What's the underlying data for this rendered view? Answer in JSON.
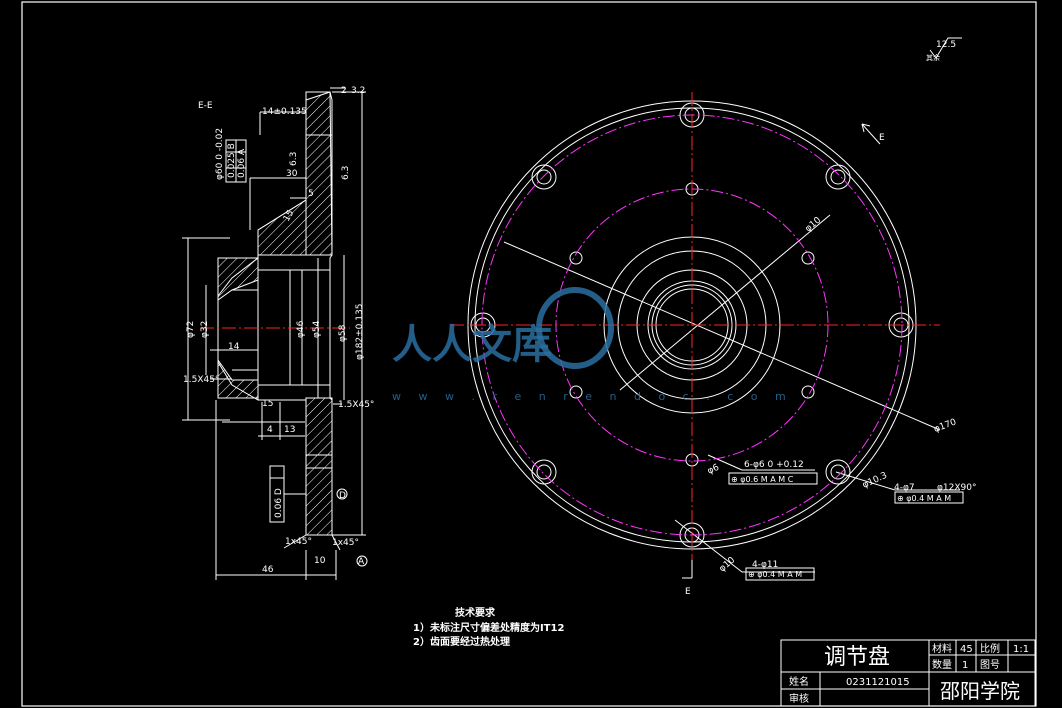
{
  "section_label": "E-E",
  "view_arrow_label_top": "E",
  "view_arrow_label_bottom": "E",
  "surface_finish": "12.5",
  "surface_finish_note": "其余",
  "section_dims": {
    "top_chamfer": "2",
    "top_width": "3.2",
    "width_14": "14±0.135",
    "d60": "φ60 0 -0.02",
    "tol_round": "0.025 B",
    "tol_runout": "0.06 A",
    "rough_63a": "6.3",
    "rough_63b": "6.3",
    "dim_30": "30",
    "dim_5": "5",
    "dim_15_top": "15",
    "d72": "φ72",
    "d32": "φ32",
    "d46": "φ46",
    "d54": "φ54",
    "d58": "φ58",
    "d182": "φ182±0.135",
    "dim_14": "14",
    "chamfer_15": "1.5X45°",
    "chamfer_15b": "1.5X45°",
    "dim_15": "15",
    "dim_4": "4",
    "dim_13": "13",
    "par_tol": "0.06 D",
    "datum_d": "D",
    "chamfer_1a": "1x45°",
    "chamfer_1b": "1x45°",
    "dim_46": "46",
    "dim_10": "10",
    "datum_a": "A"
  },
  "plan_dims": {
    "d10_top": "φ10",
    "d170": "φ170",
    "d6": "φ6",
    "holes6": "6-φ6 0 +0.12",
    "fcf6": "⊕ φ0.6 M A M C",
    "d103": "φ10.3",
    "holes4_7": "4-φ7",
    "d12": "φ12X90°",
    "fcf7": "⊕ φ0.4 M A M",
    "d10_bot": "φ10",
    "holes4_11": "4-φ11",
    "fcf11": "⊕ φ0.4 M A M"
  },
  "watermark": {
    "brand": "人人文库",
    "url": "w w w . r e n r e n d o c . c o m"
  },
  "tech_req": {
    "title": "技术要求",
    "line1": "1）未标注尺寸偏差处精度为IT12",
    "line2": "2）齿面要经过热处理"
  },
  "title_block": {
    "part_name": "调节盘",
    "material_label": "材料",
    "material": "45",
    "scale_label": "比例",
    "scale": "1:1",
    "qty_label": "数量",
    "qty": "1",
    "drawing_no_label": "图号",
    "name_label": "姓名",
    "student_id": "0231121015",
    "review_label": "审核",
    "school": "邵阳学院"
  },
  "colors": {
    "line": "#ffffff",
    "center": "#ff2222",
    "pitch": "#ff33ff",
    "watermark": "#2a6fa0",
    "background": "#000000"
  },
  "hatch": {
    "pitch": 7
  }
}
